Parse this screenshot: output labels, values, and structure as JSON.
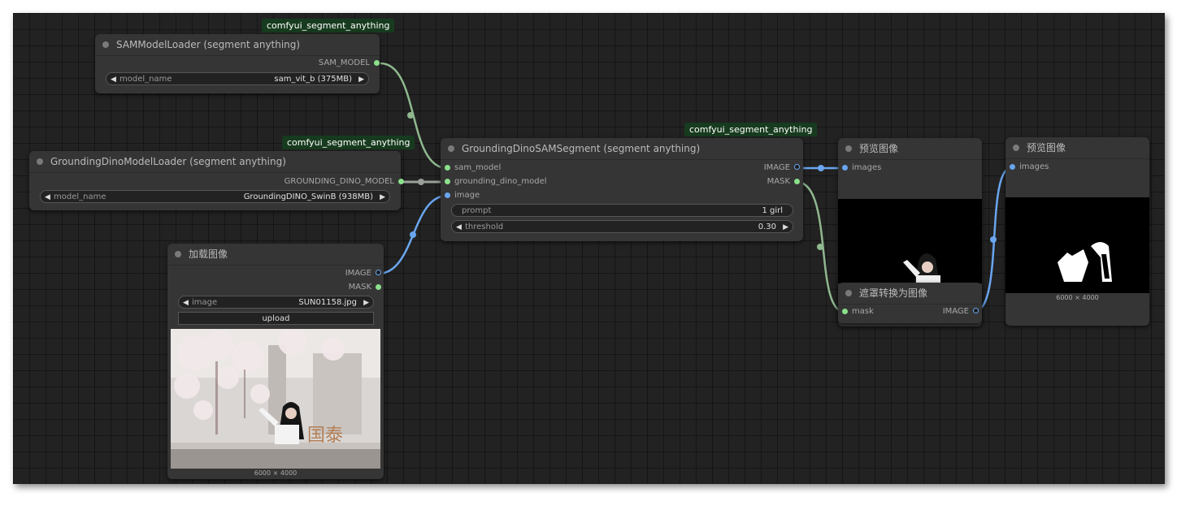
{
  "colors": {
    "green_link": "#8fb88f",
    "blue_link": "#6aa6ef",
    "gray_link": "#9aa09a"
  },
  "badges": {
    "sam": "comfyui_segment_anything",
    "dino": "comfyui_segment_anything",
    "segment": "comfyui_segment_anything"
  },
  "sam_loader": {
    "title": "SAMModelLoader (segment anything)",
    "output": "SAM_MODEL",
    "widget_label": "model_name",
    "widget_value": "sam_vit_b (375MB)"
  },
  "dino_loader": {
    "title": "GroundingDinoModelLoader (segment anything)",
    "output": "GROUNDING_DINO_MODEL",
    "widget_label": "model_name",
    "widget_value": "GroundingDINO_SwinB (938MB)"
  },
  "load_image": {
    "title": "加载图像",
    "outputs": [
      "IMAGE",
      "MASK"
    ],
    "widget_label": "image",
    "widget_value": "SUN01158.jpg",
    "upload_label": "upload",
    "dimensions": "6000 × 4000",
    "scene_text": "国泰"
  },
  "segment": {
    "title": "GroundingDinoSAMSegment (segment anything)",
    "inputs": [
      "sam_model",
      "grounding_dino_model",
      "image"
    ],
    "outputs": [
      "IMAGE",
      "MASK"
    ],
    "prompt_label": "prompt",
    "prompt_value": "1 girl",
    "threshold_label": "threshold",
    "threshold_value": "0.30"
  },
  "preview1": {
    "title": "预览图像",
    "input": "images"
  },
  "mask_to_image": {
    "title": "遮罩转换为图像",
    "input": "mask",
    "output": "IMAGE"
  },
  "preview2": {
    "title": "预览图像",
    "input": "images",
    "dimensions": "6000 × 4000"
  },
  "icons": {
    "arrow_left": "◀",
    "arrow_right": "▶"
  }
}
